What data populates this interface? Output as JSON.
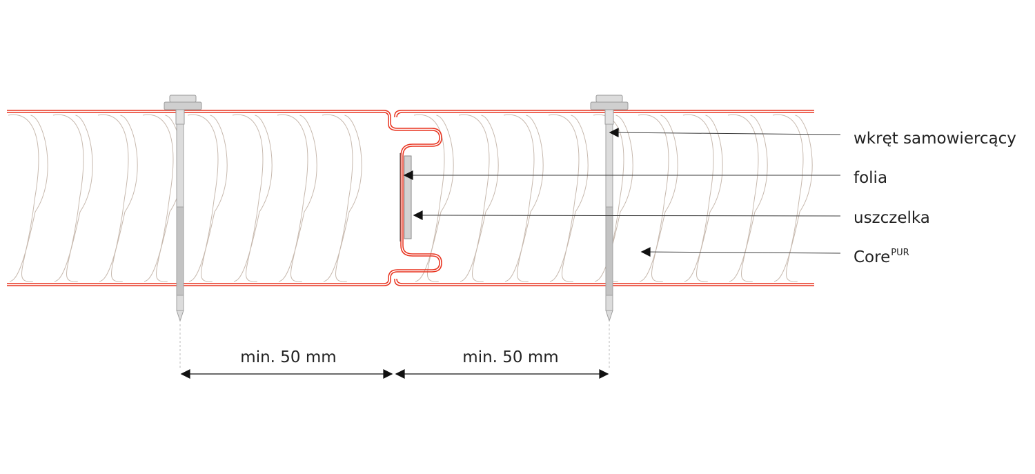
{
  "callouts": {
    "screw": "wkręt samowiercący",
    "foil": "folia",
    "seal": "uszczelka",
    "core": "Core",
    "core_superscript": "PUR"
  },
  "dimensions": {
    "left": "min. 50 mm",
    "right": "min. 50 mm"
  },
  "colors": {
    "sheet_facing": "#e8321e",
    "core_lines": "#c7b9ae",
    "screw_fill": "#dcdcdc",
    "screw_outline": "#9a9a9a",
    "leader_lines": "#3a3a3a",
    "dimension_lines": "#111111",
    "label_text": "#222222"
  }
}
